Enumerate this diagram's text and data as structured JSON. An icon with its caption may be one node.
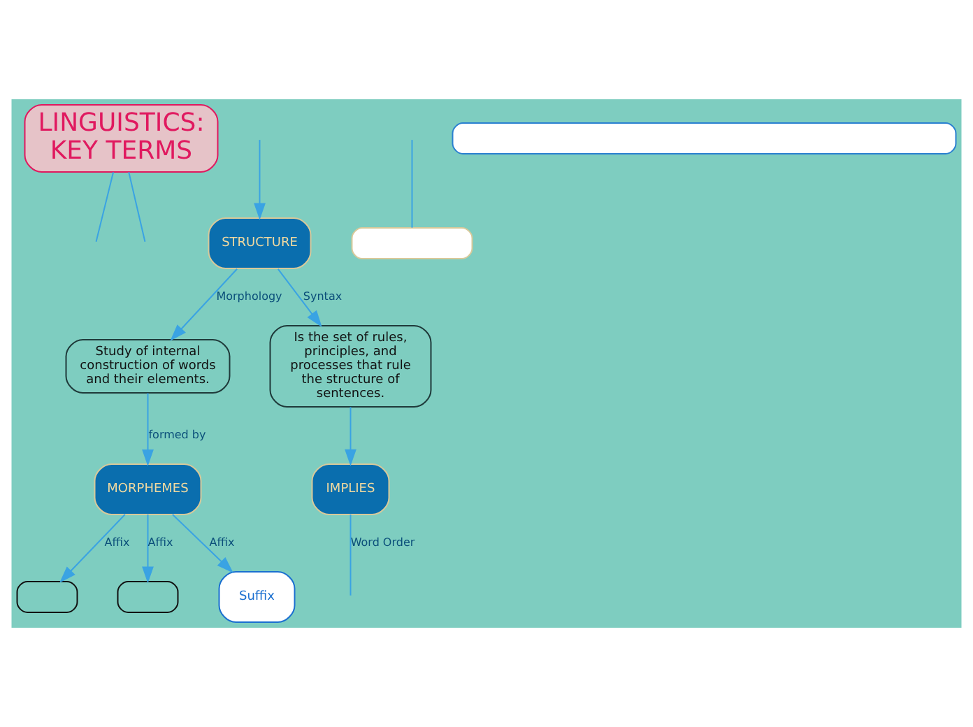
{
  "diagram": {
    "nodes": [
      {
        "text": [
          "LINGUISTICS: KEY TERMS"
        ]
      },
      {
        "text": [
          "STRUCTURE"
        ]
      },
      {
        "text": [
          "Study of internal construction of words and their elements."
        ]
      },
      {
        "text": [
          "Is the set of rules, principles, and processes that rule the structure of sentences."
        ]
      },
      {
        "text": [
          "MORPHEMES"
        ]
      },
      {
        "text": [
          "IMPLIES"
        ]
      },
      {
        "text": [],
        "shape": "box"
      },
      {
        "text": [],
        "shape": "box"
      },
      {
        "text": [
          "Suffix"
        ]
      },
      {
        "text": [],
        "shape": "box"
      },
      {
        "text": [],
        "shape": "box"
      }
    ],
    "edges": [
      {
        "from": 0,
        "to": null,
        "arrow": "none"
      },
      {
        "from": 0,
        "to": null,
        "arrow": "none"
      },
      {
        "from": null,
        "to": 1,
        "arrow": "to"
      },
      {
        "from": 1,
        "to": 2,
        "label": "Morphology",
        "arrow": "to"
      },
      {
        "from": 1,
        "to": 3,
        "label": "Syntax",
        "arrow": "to"
      },
      {
        "from": 2,
        "to": 4,
        "label": "formed by",
        "arrow": "to"
      },
      {
        "from": 3,
        "to": 5,
        "arrow": "to"
      },
      {
        "from": 4,
        "to": 6,
        "label": "Affix",
        "arrow": "to"
      },
      {
        "from": 4,
        "to": 7,
        "label": "Affix",
        "arrow": "to"
      },
      {
        "from": 4,
        "to": 8,
        "label": "Affix",
        "arrow": "to"
      },
      {
        "from": 5,
        "to": null,
        "label": "Word Order",
        "arrow": "none"
      },
      {
        "from": null,
        "to": 9,
        "arrow": "none"
      }
    ]
  }
}
